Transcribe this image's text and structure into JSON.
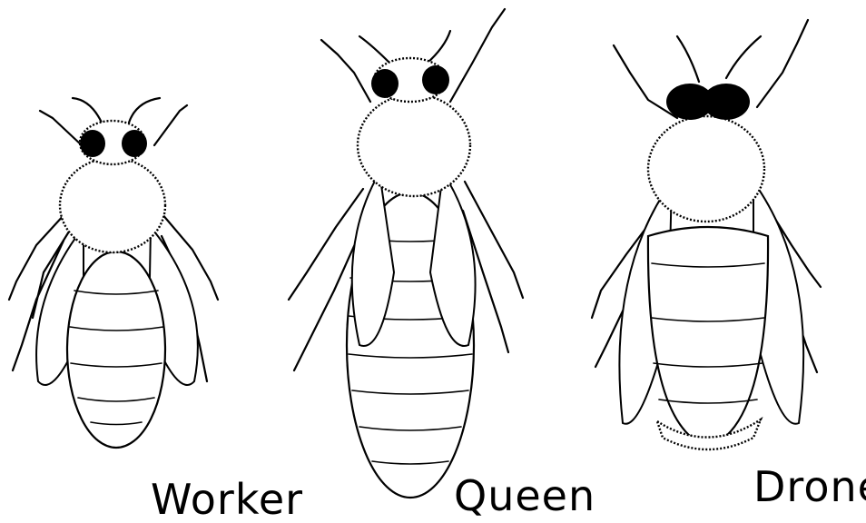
{
  "labels": {
    "worker": "Worker",
    "queen": "Queen",
    "drone": "Drone"
  },
  "colors": {
    "ink": "#000000",
    "background": "#ffffff"
  }
}
